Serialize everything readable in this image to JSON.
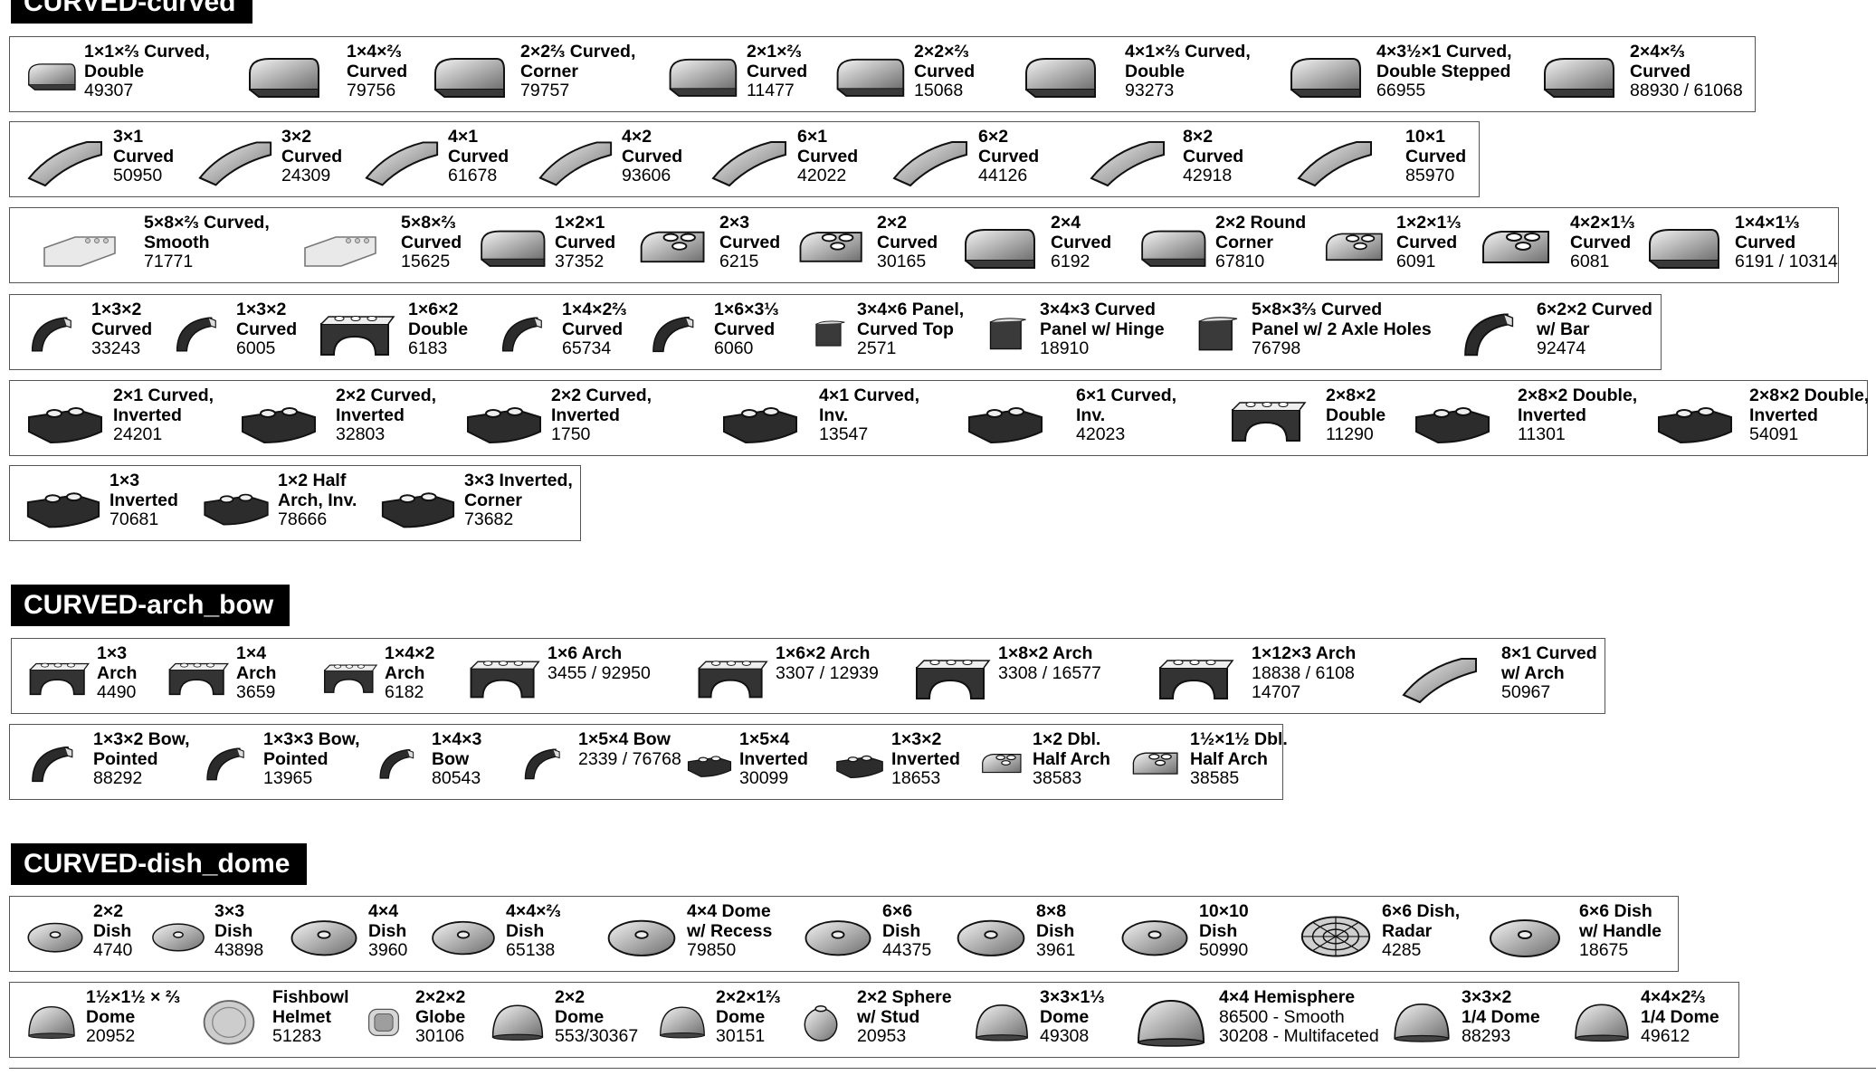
{
  "sections": [
    {
      "title": "CURVED-curved",
      "groups": [
        {
          "items": [
            {
              "name": "1×1×⅔ Curved,\nDouble",
              "num": "49307",
              "icon": "curved-brick-icon"
            },
            {
              "name": "1×4×⅔\nCurved",
              "num": "79756",
              "icon": "curved-brick-icon"
            },
            {
              "name": "2×2⅔ Curved,\nCorner",
              "num": "79757",
              "icon": "curved-brick-icon"
            },
            {
              "name": "2×1×⅔\nCurved",
              "num": "11477",
              "icon": "curved-brick-icon"
            },
            {
              "name": "2×2×⅔\nCurved",
              "num": "15068",
              "icon": "curved-brick-icon"
            },
            {
              "name": "4×1×⅔ Curved,\nDouble",
              "num": "93273",
              "icon": "curved-brick-icon"
            },
            {
              "name": "4×3½×1 Curved,\nDouble Stepped",
              "num": "66955",
              "icon": "curved-brick-icon"
            },
            {
              "name": "2×4×⅔\nCurved",
              "num": "88930 / 61068",
              "icon": "curved-brick-icon"
            }
          ]
        },
        {
          "items": [
            {
              "name": "3×1\nCurved",
              "num": "50950",
              "icon": "slope-brick-icon"
            },
            {
              "name": "3×2\nCurved",
              "num": "24309",
              "icon": "slope-brick-icon"
            },
            {
              "name": "4×1\nCurved",
              "num": "61678",
              "icon": "slope-brick-icon"
            },
            {
              "name": "4×2\nCurved",
              "num": "93606",
              "icon": "slope-brick-icon"
            },
            {
              "name": "6×1\nCurved",
              "num": "42022",
              "icon": "slope-brick-icon"
            },
            {
              "name": "6×2\nCurved",
              "num": "44126",
              "icon": "slope-brick-icon"
            },
            {
              "name": "8×2\nCurved",
              "num": "42918",
              "icon": "slope-brick-icon"
            },
            {
              "name": "10×1\nCurved",
              "num": "85970",
              "icon": "slope-brick-icon"
            }
          ]
        },
        {
          "items": [
            {
              "name": "5×8×⅔ Curved,\nSmooth",
              "num": "71771",
              "icon": "plate-brick-icon"
            },
            {
              "name": "5×8×⅔\nCurved",
              "num": "15625",
              "icon": "plate-brick-icon"
            },
            {
              "name": "1×2×1\nCurved",
              "num": "37352",
              "icon": "curved-brick-icon"
            },
            {
              "name": "2×3\nCurved",
              "num": "6215",
              "icon": "studded-brick-icon"
            },
            {
              "name": "2×2\nCurved",
              "num": "30165",
              "icon": "studded-brick-icon"
            },
            {
              "name": "2×4\nCurved",
              "num": "6192",
              "icon": "curved-brick-icon"
            },
            {
              "name": "2×2 Round\nCorner",
              "num": "67810",
              "icon": "curved-brick-icon"
            },
            {
              "name": "1×2×1⅓\nCurved",
              "num": "6091",
              "icon": "studded-brick-icon"
            },
            {
              "name": "4×2×1⅓\nCurved",
              "num": "6081",
              "icon": "studded-brick-icon"
            },
            {
              "name": "1×4×1⅓\nCurved",
              "num": "6191 / 10314",
              "icon": "curved-brick-icon"
            }
          ]
        },
        {
          "items": [
            {
              "name": "1×3×2\nCurved",
              "num": "33243",
              "icon": "quarter-arc-brick-icon"
            },
            {
              "name": "1×3×2\nCurved",
              "num": "6005",
              "icon": "quarter-arc-brick-icon"
            },
            {
              "name": "1×6×2\nDouble",
              "num": "6183",
              "icon": "arch-brick-icon"
            },
            {
              "name": "1×4×2⅔\nCurved",
              "num": "65734",
              "icon": "quarter-arc-brick-icon"
            },
            {
              "name": "1×6×3⅓\nCurved",
              "num": "6060",
              "icon": "quarter-arc-brick-icon"
            },
            {
              "name": "3×4×6 Panel,\nCurved Top",
              "num": "2571",
              "icon": "panel-brick-icon"
            },
            {
              "name": "3×4×3 Curved\nPanel w/ Hinge",
              "num": "18910",
              "icon": "panel-brick-icon"
            },
            {
              "name": "5×8×3⅔ Curved\nPanel w/ 2 Axle Holes",
              "num": "76798",
              "icon": "panel-brick-icon"
            },
            {
              "name": "6×2×2 Curved\nw/ Bar",
              "num": "92474",
              "icon": "quarter-arc-brick-icon"
            }
          ]
        },
        {
          "items": [
            {
              "name": "2×1 Curved,\nInverted",
              "num": "24201",
              "icon": "inverted-brick-icon"
            },
            {
              "name": "2×2 Curved,\nInverted",
              "num": "32803",
              "icon": "inverted-brick-icon"
            },
            {
              "name": "2×2 Curved,\nInverted",
              "num": "1750",
              "icon": "inverted-brick-icon"
            },
            {
              "name": "4×1 Curved,\nInv.",
              "num": "13547",
              "icon": "inverted-brick-icon"
            },
            {
              "name": "6×1 Curved,\nInv.",
              "num": "42023",
              "icon": "inverted-brick-icon"
            },
            {
              "name": "2×8×2\nDouble",
              "num": "11290",
              "icon": "arch-brick-icon"
            },
            {
              "name": "2×8×2 Double,\nInverted",
              "num": "11301",
              "icon": "inverted-brick-icon"
            },
            {
              "name": "2×8×2 Double,\nInverted",
              "num": "54091",
              "icon": "inverted-brick-icon"
            }
          ]
        },
        {
          "items": [
            {
              "name": "1×3\nInverted",
              "num": "70681",
              "icon": "inverted-brick-icon"
            },
            {
              "name": "1×2 Half\nArch, Inv.",
              "num": "78666",
              "icon": "inverted-brick-icon"
            },
            {
              "name": "3×3 Inverted,\nCorner",
              "num": "73682",
              "icon": "inverted-brick-icon"
            }
          ]
        }
      ]
    },
    {
      "title": "CURVED-arch_bow",
      "groups": [
        {
          "items": [
            {
              "name": "1×3\nArch",
              "num": "4490",
              "icon": "arch-brick-icon"
            },
            {
              "name": "1×4\nArch",
              "num": "3659",
              "icon": "arch-brick-icon"
            },
            {
              "name": "1×4×2\nArch",
              "num": "6182",
              "icon": "arch-brick-icon"
            },
            {
              "name": "1×6 Arch",
              "num": "3455 / 92950",
              "icon": "arch-brick-icon"
            },
            {
              "name": "1×6×2 Arch",
              "num": "3307 / 12939",
              "icon": "arch-brick-icon"
            },
            {
              "name": "1×8×2 Arch",
              "num": "3308 / 16577",
              "icon": "arch-brick-icon"
            },
            {
              "name": "1×12×3 Arch",
              "num": "18838 / 6108\n14707",
              "icon": "arch-brick-icon"
            },
            {
              "name": "8×1 Curved\nw/ Arch",
              "num": "50967",
              "icon": "slope-brick-icon"
            }
          ]
        },
        {
          "items": [
            {
              "name": "1×3×2 Bow,\nPointed",
              "num": "88292",
              "icon": "quarter-arc-brick-icon"
            },
            {
              "name": "1×3×3 Bow,\nPointed",
              "num": "13965",
              "icon": "quarter-arc-brick-icon"
            },
            {
              "name": "1×4×3\nBow",
              "num": "80543",
              "icon": "quarter-arc-brick-icon"
            },
            {
              "name": "1×5×4 Bow",
              "num": "2339 / 76768",
              "icon": "quarter-arc-brick-icon"
            },
            {
              "name": "1×5×4\nInverted",
              "num": "30099",
              "icon": "inverted-brick-icon"
            },
            {
              "name": "1×3×2\nInverted",
              "num": "18653",
              "icon": "inverted-brick-icon"
            },
            {
              "name": "1×2 Dbl.\nHalf Arch",
              "num": "38583",
              "icon": "studded-brick-icon"
            },
            {
              "name": "1½×1½ Dbl.\nHalf Arch",
              "num": "38585",
              "icon": "studded-brick-icon"
            }
          ]
        }
      ]
    },
    {
      "title": "CURVED-dish_dome",
      "groups": [
        {
          "items": [
            {
              "name": "2×2\nDish",
              "num": "4740",
              "icon": "dish-icon"
            },
            {
              "name": "3×3\nDish",
              "num": "43898",
              "icon": "dish-icon"
            },
            {
              "name": "4×4\nDish",
              "num": "3960",
              "icon": "dish-icon"
            },
            {
              "name": "4×4×⅔\nDish",
              "num": "65138",
              "icon": "dish-icon"
            },
            {
              "name": "4×4 Dome\nw/ Recess",
              "num": "79850",
              "icon": "dish-icon"
            },
            {
              "name": "6×6\nDish",
              "num": "44375",
              "icon": "dish-icon"
            },
            {
              "name": "8×8\nDish",
              "num": "3961",
              "icon": "dish-icon"
            },
            {
              "name": "10×10\nDish",
              "num": "50990",
              "icon": "dish-icon"
            },
            {
              "name": "6×6 Dish,\nRadar",
              "num": "4285",
              "icon": "radar-dish-icon"
            },
            {
              "name": "6×6 Dish\nw/ Handle",
              "num": "18675",
              "icon": "dish-icon"
            }
          ]
        },
        {
          "items": [
            {
              "name": "1½×1½ × ⅔\nDome",
              "num": "20952",
              "icon": "dome-icon"
            },
            {
              "name": "Fishbowl\nHelmet",
              "num": "51283",
              "icon": "helmet-icon"
            },
            {
              "name": "2×2×2\nGlobe",
              "num": "30106",
              "icon": "globe-icon"
            },
            {
              "name": "2×2\nDome",
              "num": "553/30367",
              "icon": "dome-icon"
            },
            {
              "name": "2×2×1⅔\nDome",
              "num": "30151",
              "icon": "dome-icon"
            },
            {
              "name": "2×2 Sphere\nw/ Stud",
              "num": "20953",
              "icon": "sphere-icon"
            },
            {
              "name": "3×3×1⅓\nDome",
              "num": "49308",
              "icon": "dome-icon"
            },
            {
              "name": "4×4 Hemisphere",
              "num": "86500 - Smooth\n30208 - Multifaceted",
              "icon": "dome-icon"
            },
            {
              "name": "3×3×2\n1/4 Dome",
              "num": "88293",
              "icon": "dome-icon"
            },
            {
              "name": "4×4×2⅔\n1/4 Dome",
              "num": "49612",
              "icon": "dome-icon"
            }
          ]
        }
      ]
    }
  ]
}
